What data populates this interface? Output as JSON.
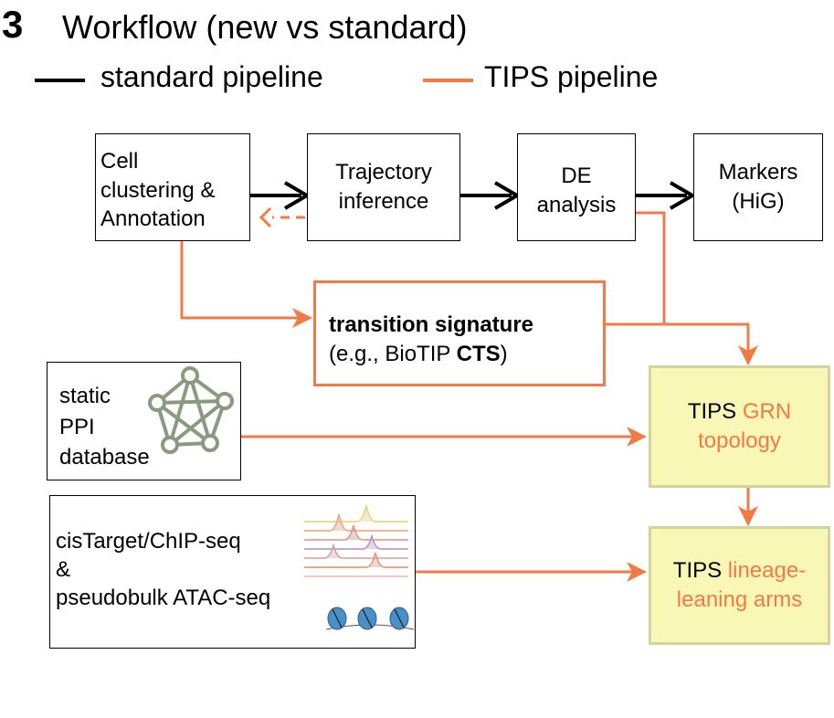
{
  "header": {
    "panel_number": "3",
    "title": "Workflow (new vs standard)"
  },
  "legend": {
    "standard_label": "standard pipeline",
    "tips_label": "TIPS pipeline",
    "standard_color": "#000000",
    "tips_color": "#f47a45"
  },
  "nodes": {
    "cell_clustering": [
      "Cell",
      "clustering &",
      "Annotation"
    ],
    "trajectory": [
      "Trajectory",
      "inference"
    ],
    "de_analysis": [
      "DE",
      "analysis"
    ],
    "markers": [
      "Markers",
      "(HiG)"
    ],
    "transition_signature": {
      "title": "transition signature",
      "sub_prefix": "(e.g., BioTIP ",
      "sub_bold": "CTS",
      "sub_suffix": ")"
    },
    "static_ppi": [
      "static",
      "PPI",
      "database"
    ],
    "cistarget": [
      "cisTarget/ChIP-seq",
      "&",
      "pseudobulk ATAC-seq"
    ],
    "tips_grn": {
      "prefix": "TIPS ",
      "highlight_1": "GRN",
      "highlight_2": "topology"
    },
    "tips_lineage": {
      "prefix": "TIPS ",
      "highlight_1": "lineage-",
      "highlight_2": "leaning arms"
    }
  },
  "icons": [
    "network-graph-icon",
    "peak-tracks-icon",
    "chromatin-accessibility-icon"
  ]
}
